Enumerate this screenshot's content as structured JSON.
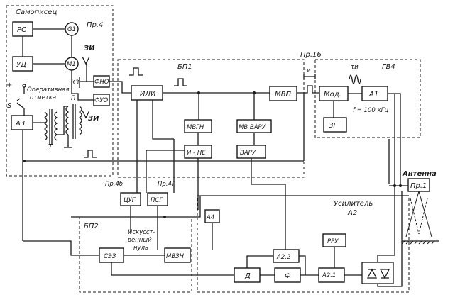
{
  "regions": {
    "samopisets": "Самописец",
    "pr4": "Пр.4",
    "bp1": "БП1",
    "pr16": "Пр.16",
    "gv4": "ГВ4",
    "bp2": "БП2",
    "usilitel": "Усилитель",
    "usilitel_a2": "А2",
    "antenna": "Антенна"
  },
  "blocks": {
    "rs": "РС",
    "ud": "УД",
    "a3": "А3",
    "g1": "G1",
    "m1": "М1",
    "fno": "ФНО",
    "fuo": "ФУО",
    "ili": "ИЛИ",
    "mvp": "МВП",
    "mvgn": "МВГН",
    "mvvaru": "МВ ВАРУ",
    "ine": "И - НЕ",
    "varu": "ВАРУ",
    "mod": "Мод.",
    "a1": "А1",
    "zg": "ЗГ",
    "pr1": "Пр.1",
    "tsug": "ЦУГ",
    "psg": "ПСГ",
    "a4": "А4",
    "sez": "СЭЗ",
    "mvzn": "МВЗН",
    "rru": "РРУ",
    "a22": "А2.2",
    "d": "Д",
    "f": "Ф",
    "a21": "А2.1"
  },
  "labels": {
    "zi_top": "ЗИ",
    "zi_bottom": "ЗИ",
    "k3": "К3",
    "p": "П",
    "s": "S",
    "t": "Т",
    "operativnaya": "Оперативная",
    "otmetka": "отметка",
    "plus": "+",
    "pr4b": "Пр.4б",
    "pr4g": "Пр.4Г",
    "iskusst": "Искусст-",
    "vennyi": "венный",
    "nul": "нуль",
    "tau_i": "τи",
    "tau_i2": "τи",
    "freq": "f = 100 кГц"
  }
}
